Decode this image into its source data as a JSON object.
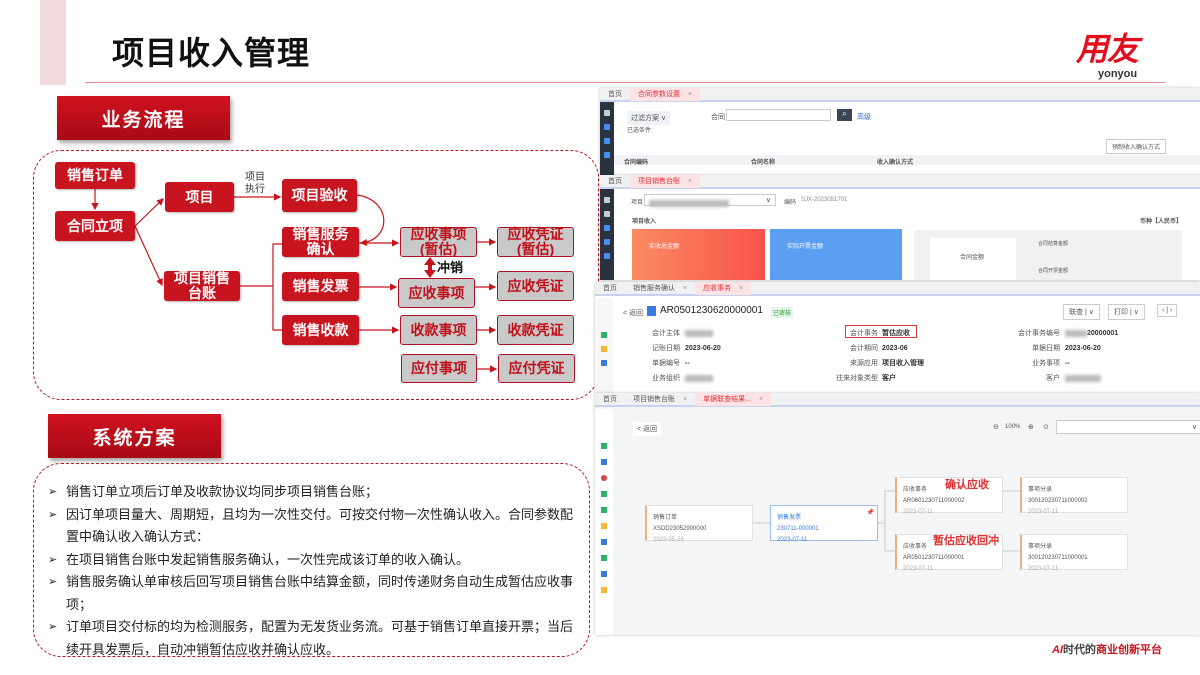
{
  "slide": {
    "title": "项目收入管理",
    "logo": {
      "cn": "用友",
      "en": "yonyou"
    },
    "footer": {
      "ai": "AI",
      "part1": "时代的",
      "part2": "商业创新平台"
    }
  },
  "process": {
    "heading": "业务流程",
    "nodes": {
      "sales_order": "销售订单",
      "contract": "合同立项",
      "project": "项目",
      "acceptance": "项目验收",
      "service_confirm": "销售服务\n确认",
      "ledger": "项目销售\n台账",
      "invoice": "销售发票",
      "collection": "销售收款",
      "ar_est": "应收事项\n(暂估)",
      "ar_voucher_est": "应收凭证\n(暂估)",
      "ar": "应收事项",
      "ar_voucher": "应收凭证",
      "receipt": "收款事项",
      "receipt_voucher": "收款凭证",
      "ap": "应付事项",
      "ap_voucher": "应付凭证"
    },
    "labels": {
      "exec_1": "项目",
      "exec_2": "执行",
      "offset": "冲销"
    }
  },
  "solution": {
    "heading": "系统方案",
    "bullets": [
      "销售订单立项后订单及收款协议均同步项目销售台账；",
      "因订单项目量大、周期短，且均为一次性交付。可按交付物一次性确认收入。合同参数配置中确认收入确认方式：",
      "在项目销售台账中发起销售服务确认，一次性完成该订单的收入确认。",
      "销售服务确认单审核后回写项目销售台账中结算金额，同时传递财务自动生成暂估应收事项；",
      "订单项目交付标的均为检测服务，配置为无发货业务流。可基于销售订单直接开票；当后续开具发票后，自动冲销暂估应收并确认应收。"
    ]
  },
  "screens": {
    "contract_params": {
      "home": "首页",
      "tab": "合同参数设置",
      "filter": "过滤方案 ∨",
      "field": "合同",
      "advanced": "高级",
      "selected": "已选条件:",
      "preset_btn": "预制收入确认方式",
      "columns": [
        "合同编码",
        "合同名称",
        "收入确认方式"
      ]
    },
    "ledger": {
      "home": "首页",
      "tab": "项目销售台账",
      "project_label": "项目",
      "code_label": "编码",
      "code": "SJX-2023051701",
      "section": "项目收入",
      "currency": "币种【人民币】",
      "card1": "实收总金额",
      "card2": "实际开票金额",
      "contract_amount": "合同金额",
      "settle_amount": "合同结算金额",
      "invoice_amount": "合同开票金额"
    },
    "ar_doc": {
      "home": "首页",
      "tab1": "销售服务确认",
      "tab2": "应收事务",
      "back": "< 返回",
      "doc_no": "AR0501230620000001",
      "status": "已审核",
      "btn_query": "联查",
      "btn_print": "打印",
      "fields": {
        "entity": "会计主体",
        "affair": "会计事务",
        "affair_val": "暂估应收",
        "affair_no": "会计事务编号",
        "affair_no_val": "20000001",
        "post_date": "记账日期",
        "post_date_val": "2023-06-20",
        "period": "会计期间",
        "period_val": "2023-06",
        "doc_date": "单据日期",
        "doc_date_val": "2023-06-20",
        "doc_code": "单据编号",
        "doc_code_val": "--",
        "source": "来源应用",
        "source_val": "项目收入管理",
        "biz_item": "业务事项",
        "biz_item_val": "--",
        "org": "业务组织",
        "party_type": "往来对象类型",
        "party_type_val": "客户",
        "customer": "客户"
      }
    },
    "trace": {
      "home": "首页",
      "tab1": "项目销售台账",
      "tab2": "单据联查结果...",
      "back": "< 返回",
      "zoom": "100%",
      "nodes": [
        {
          "type": "销售订单",
          "code": "XSDD23052900000",
          "date": "2023-05-29"
        },
        {
          "type": "销售发票",
          "code": "230711-000001",
          "date": "2023-07-11"
        },
        {
          "type": "应收事务",
          "code": "AR0601230711000002",
          "date": "2023-07-11"
        },
        {
          "type": "事项分录",
          "code": "300120230711000002",
          "date": "2023-07-11"
        },
        {
          "type": "应收事务",
          "code": "AR0501230711000001",
          "date": "2023-07-11"
        },
        {
          "type": "事项分录",
          "code": "300120230711000001",
          "date": "2023-07-11"
        }
      ],
      "ann_confirm": "确认应收",
      "ann_reverse": "暂估应收回冲"
    }
  },
  "colors": {
    "brand": "#c8141f",
    "gray_box": "#c9c9c9"
  }
}
